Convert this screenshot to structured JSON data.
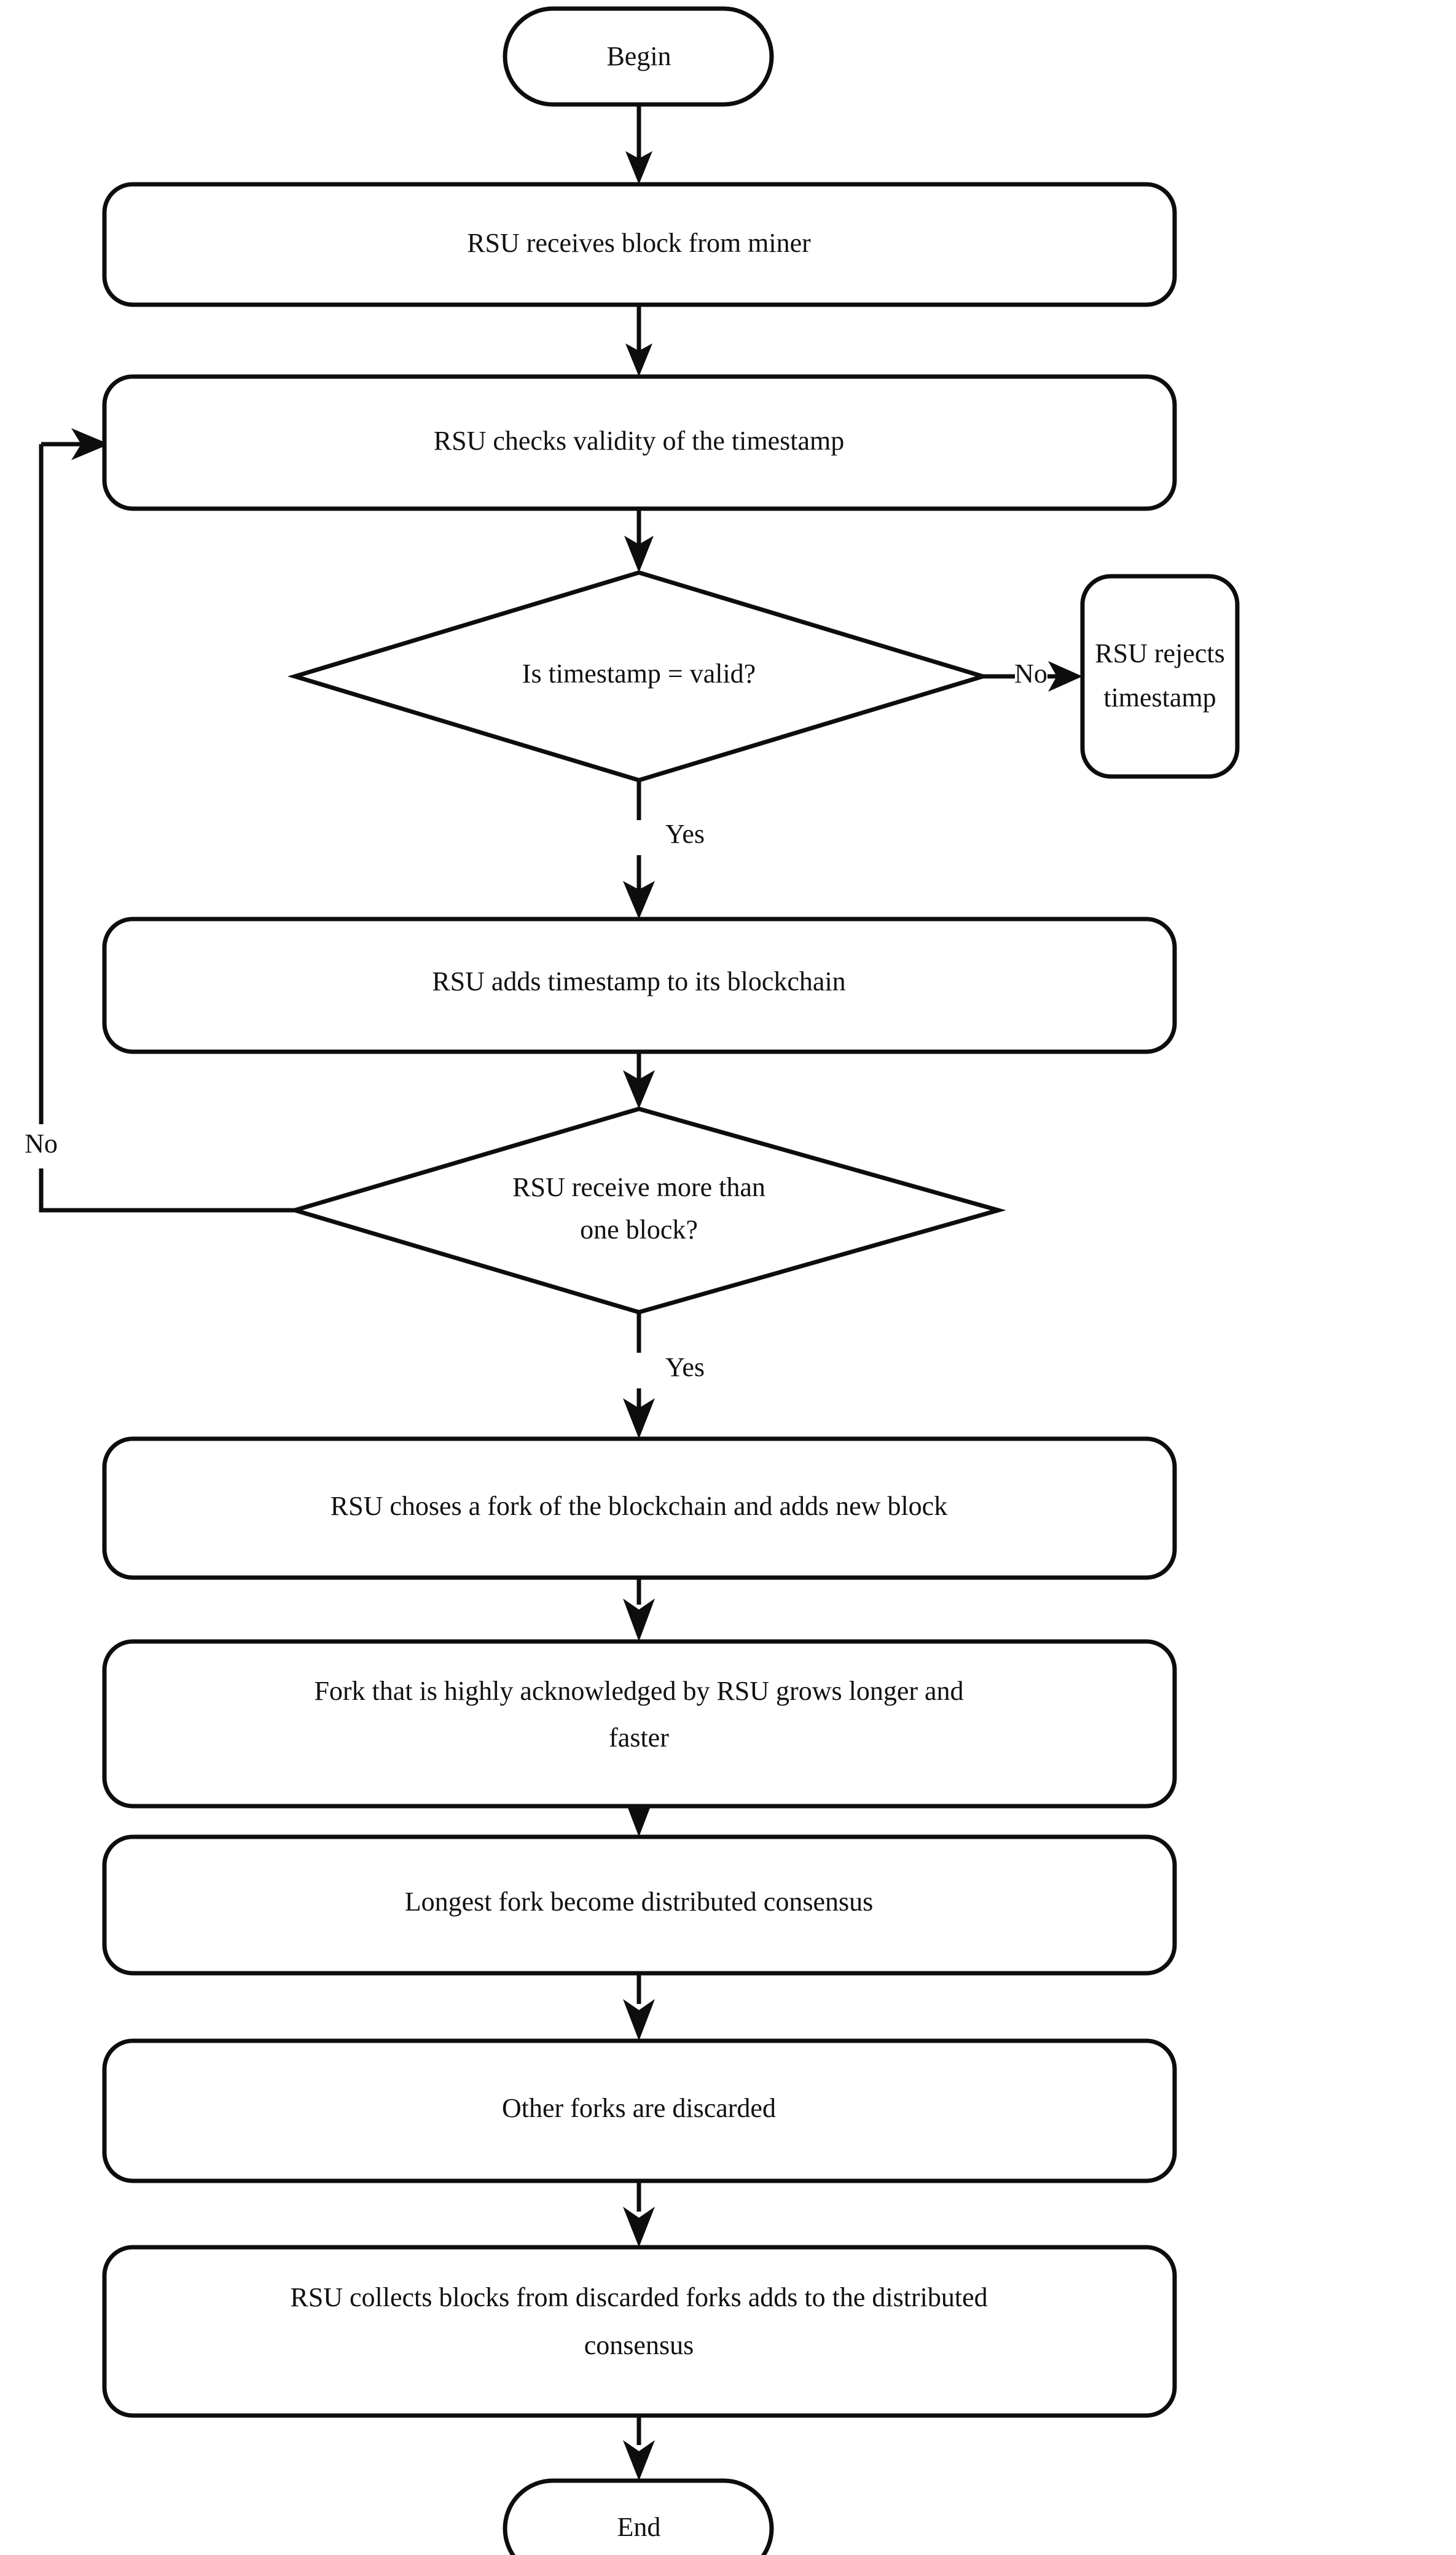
{
  "diagram": {
    "type": "flowchart",
    "title": "",
    "orientation": "top-to-bottom",
    "background_color": "#ffffff",
    "line_color": "#0d0d0d",
    "text_color": "#111111",
    "nodes": {
      "begin": {
        "label": "Begin",
        "shape": "terminal"
      },
      "receive_block": {
        "label": "RSU receives block from miner",
        "shape": "process"
      },
      "check_timestamp": {
        "label": "RSU checks validity of the timestamp",
        "shape": "process"
      },
      "is_timestamp_valid": {
        "label": "Is timestamp = valid?",
        "shape": "decision"
      },
      "reject_timestamp": {
        "label_line1": "RSU rejects",
        "label_line2": "timestamp",
        "shape": "process"
      },
      "add_timestamp": {
        "label": "RSU adds timestamp to its blockchain",
        "shape": "process"
      },
      "more_than_one_block": {
        "label_line1": "RSU receive more than",
        "label_line2": "one block?",
        "shape": "decision"
      },
      "choose_fork": {
        "label": "RSU choses a fork of the blockchain and adds new block",
        "shape": "process"
      },
      "fork_grows": {
        "label_line1": "Fork that is highly acknowledged by RSU grows longer and",
        "label_line2": "faster",
        "shape": "process"
      },
      "longest_fork": {
        "label": "Longest fork become distributed consensus",
        "shape": "process"
      },
      "other_forks": {
        "label": "Other forks are discarded",
        "shape": "process"
      },
      "collect_blocks": {
        "label_line1": "RSU collects blocks from discarded forks adds to the distributed",
        "label_line2": "consensus",
        "shape": "process"
      },
      "end": {
        "label": "End",
        "shape": "terminal"
      }
    },
    "edge_labels": {
      "timestamp_no": "No",
      "timestamp_yes": "Yes",
      "more_blocks_no": "No",
      "more_blocks_yes": "Yes"
    },
    "edges": [
      {
        "from": "begin",
        "to": "receive_block",
        "label": ""
      },
      {
        "from": "receive_block",
        "to": "check_timestamp",
        "label": ""
      },
      {
        "from": "check_timestamp",
        "to": "is_timestamp_valid",
        "label": ""
      },
      {
        "from": "is_timestamp_valid",
        "to": "reject_timestamp",
        "label": "No"
      },
      {
        "from": "is_timestamp_valid",
        "to": "add_timestamp",
        "label": "Yes"
      },
      {
        "from": "add_timestamp",
        "to": "more_than_one_block",
        "label": ""
      },
      {
        "from": "more_than_one_block",
        "to": "check_timestamp",
        "label": "No"
      },
      {
        "from": "more_than_one_block",
        "to": "choose_fork",
        "label": "Yes"
      },
      {
        "from": "choose_fork",
        "to": "fork_grows",
        "label": ""
      },
      {
        "from": "fork_grows",
        "to": "longest_fork",
        "label": ""
      },
      {
        "from": "longest_fork",
        "to": "other_forks",
        "label": ""
      },
      {
        "from": "other_forks",
        "to": "collect_blocks",
        "label": ""
      },
      {
        "from": "collect_blocks",
        "to": "end",
        "label": ""
      }
    ]
  }
}
